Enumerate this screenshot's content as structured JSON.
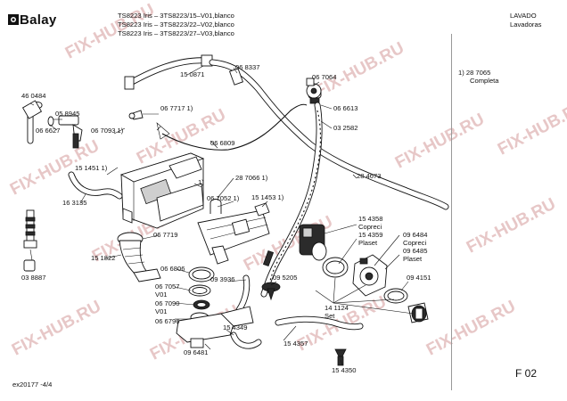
{
  "header": {
    "brand": "Balay",
    "models": [
      "TS8223 Iris – 3TS8223/15–V01,blanco",
      "TS8223 Iris – 3TS8223/22–V02,blanco",
      "TS8223 Iris – 3TS8223/27–V03,blanco"
    ],
    "category": "LAVADO",
    "subcategory": "Lavadoras"
  },
  "sidebar": {
    "note_ref": "1) 28 7065",
    "note_text": "Completa"
  },
  "watermark": "FIX-HUB.RU",
  "labels": {
    "p460484": "46 0484",
    "p058945": "05 8945",
    "p066627": "06 6627",
    "p067093": "06 7093 1)",
    "p151451": "15 1451 1)",
    "p163135": "16 3135",
    "p038887": "03 8887",
    "p150871": "15 0871",
    "p068337": "06 8337",
    "p067717": "06 7717 1)",
    "p066809": "06 6809",
    "p067064": "06 7064",
    "p066613": "06 6613",
    "p032582": "03 2582",
    "p284673": "28 4673",
    "p287066": "28 7066 1)",
    "p1ref": "1)",
    "p067052": "06 7052 1)",
    "p151453": "15 1453 1)",
    "p067719": "06 7719",
    "p151822": "15 1822",
    "p066806": "06 6806",
    "p067057": "06 7057",
    "v01a": "V01",
    "p067090": "06 7090",
    "v01b": "V01",
    "p066796": "06 6796",
    "p093936": "09 3936",
    "p095205": "09 5205",
    "p154358": "15 4358",
    "copreci1": "Copreci",
    "p154359": "15 4359",
    "plaset1": "Plaset",
    "p096484": "09 6484",
    "copreci2": "Copreci",
    "p096485": "09 6485",
    "plaset2": "Plaset",
    "p094151": "09 4151",
    "p141124": "14 1124",
    "set": "Set",
    "p154349": "15 4349",
    "p154357": "15 4357",
    "p096481": "09 6481",
    "p154350": "15 4350"
  },
  "footer": {
    "doc_id": "ex20177 -4/4",
    "page": "F 02"
  }
}
